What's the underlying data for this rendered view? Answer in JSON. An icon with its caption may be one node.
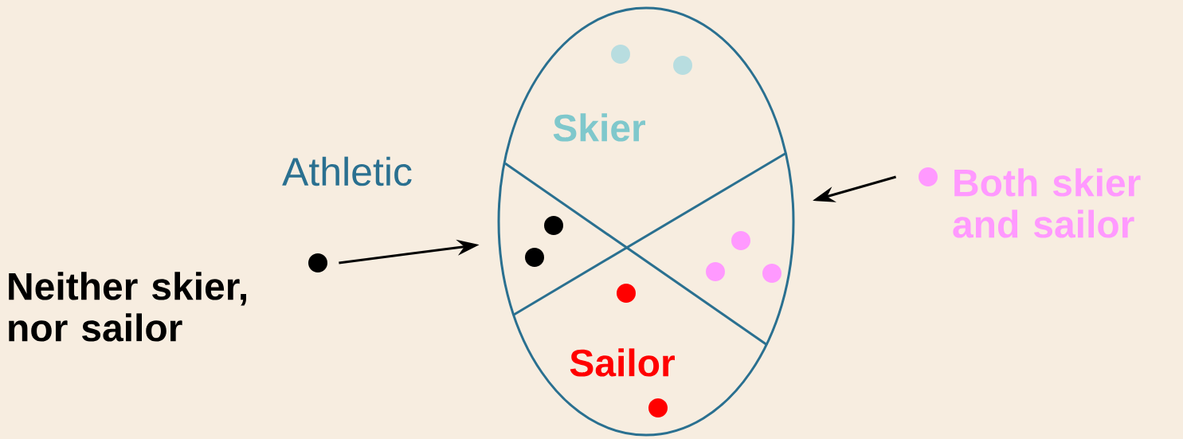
{
  "diagram": {
    "nodes": [
      {
        "text": [
          "Athletic"
        ]
      },
      {
        "text": [
          "Skier"
        ],
        "in": 0
      },
      {
        "text": [
          "Sailor"
        ],
        "in": 0
      },
      {
        "text": [
          "Neither skier, nor sailor"
        ]
      },
      {
        "text": [
          "Both skier and sailor"
        ]
      },
      {
        "text": [],
        "shape": "circle",
        "in": 0
      },
      {
        "text": [],
        "shape": "circle",
        "in": 0
      },
      {
        "text": [],
        "shape": "circle",
        "in": 0
      },
      {
        "text": [],
        "shape": "circle",
        "in": 0
      },
      {
        "text": [],
        "shape": "circle",
        "in": 0
      },
      {
        "text": [],
        "shape": "circle",
        "in": 0
      },
      {
        "text": [],
        "shape": "circle",
        "in": 0
      },
      {
        "text": [],
        "shape": "circle",
        "in": 0
      },
      {
        "text": [],
        "shape": "circle",
        "in": 0
      }
    ],
    "edges": [
      {
        "from": 3,
        "to": 0,
        "arrow": "to"
      },
      {
        "from": 4,
        "to": 0,
        "arrow": "to"
      }
    ]
  }
}
